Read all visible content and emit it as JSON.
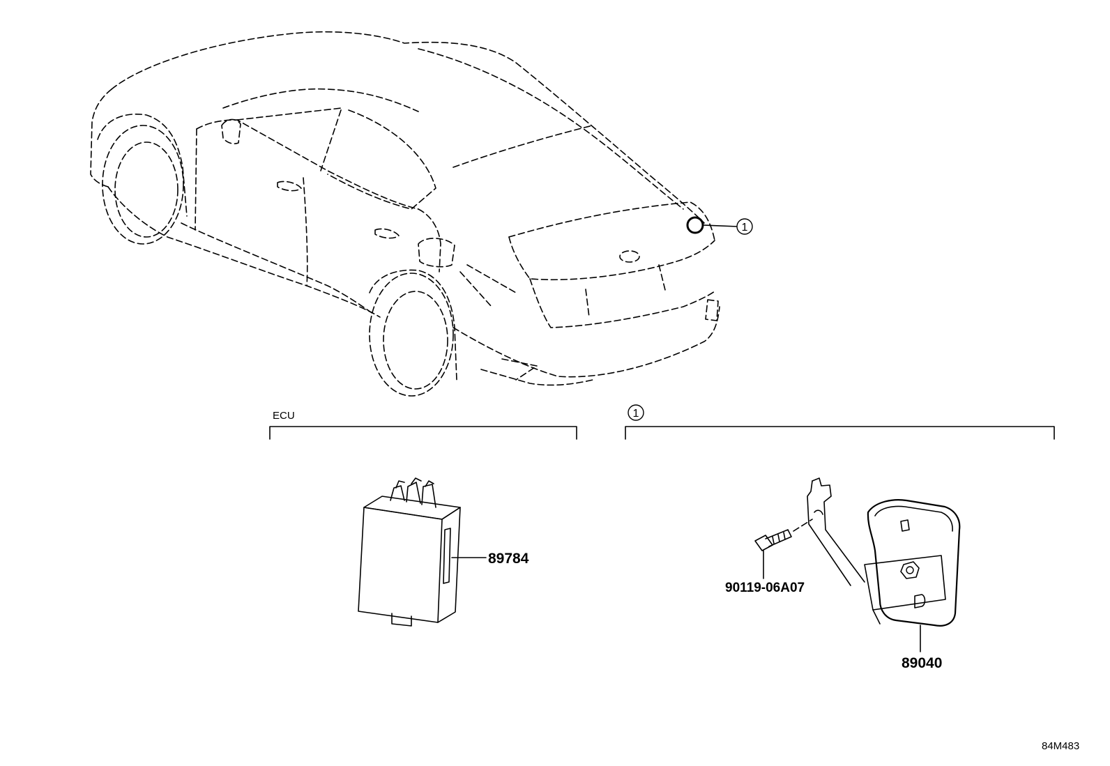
{
  "groups": {
    "ecu_label": "ECU",
    "sensor_group_marker": "1"
  },
  "callouts": {
    "vehicle_location_marker": "1"
  },
  "parts": {
    "ecu_part_number": "89784",
    "bolt_part_number": "90119-06A07",
    "sensor_part_number": "89040"
  },
  "diagram_code": "84M483"
}
